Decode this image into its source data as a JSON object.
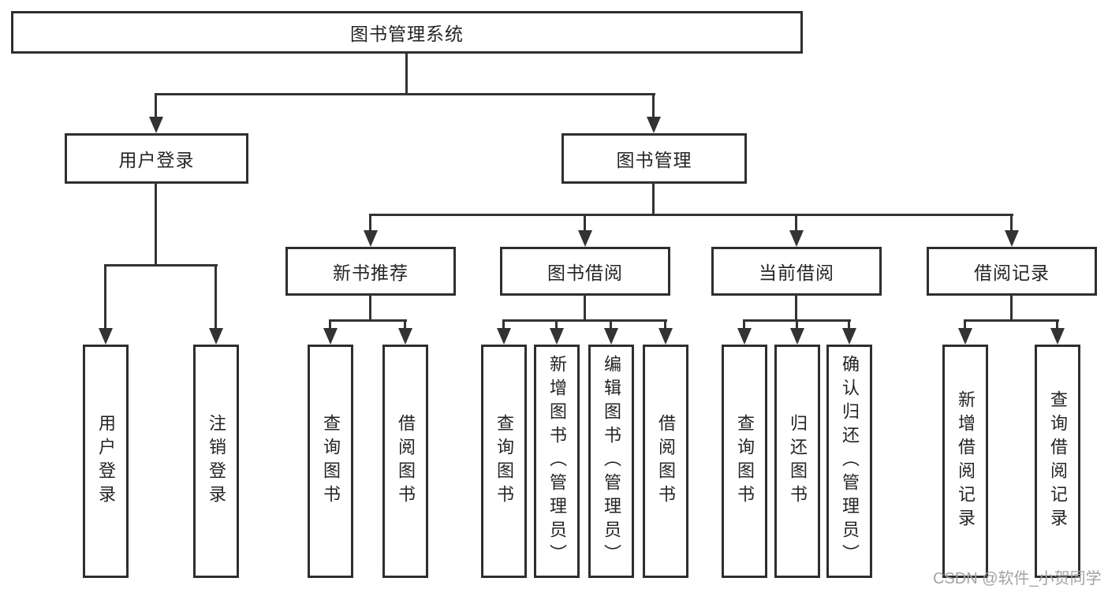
{
  "tree": {
    "label": "图书管理系统",
    "children": [
      {
        "label": "用户登录",
        "children": [
          {
            "label": "用户登录"
          },
          {
            "label": "注销登录"
          }
        ]
      },
      {
        "label": "图书管理",
        "children": [
          {
            "label": "新书推荐",
            "children": [
              {
                "label": "查询图书"
              },
              {
                "label": "借阅图书"
              }
            ]
          },
          {
            "label": "图书借阅",
            "children": [
              {
                "label": "查询图书"
              },
              {
                "label": "新增图书（管理员）"
              },
              {
                "label": "编辑图书（管理员）"
              },
              {
                "label": "借阅图书"
              }
            ]
          },
          {
            "label": "当前借阅",
            "children": [
              {
                "label": "查询图书"
              },
              {
                "label": "归还图书"
              },
              {
                "label": "确认归还（管理员）"
              }
            ]
          },
          {
            "label": "借阅记录",
            "children": [
              {
                "label": "新增借阅记录"
              },
              {
                "label": "查询借阅记录"
              }
            ]
          }
        ]
      }
    ]
  },
  "watermark": {
    "text": "CSDN @软件_小贺同学"
  },
  "colors": {
    "line": "#333333",
    "border": "#2e2e2e",
    "text": "#242424",
    "bg": "#ffffff",
    "watermark": "#a3a3a3"
  }
}
